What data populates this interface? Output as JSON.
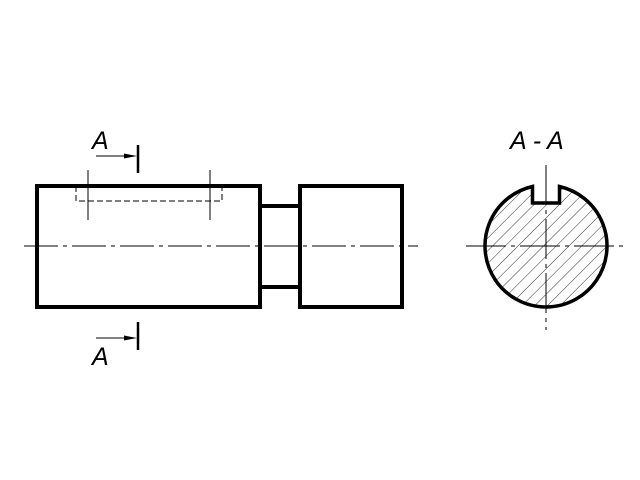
{
  "labels": {
    "section_top": "A",
    "section_bottom": "A",
    "section_title": "A - A"
  },
  "colors": {
    "line": "#000000",
    "background": "#ffffff"
  }
}
